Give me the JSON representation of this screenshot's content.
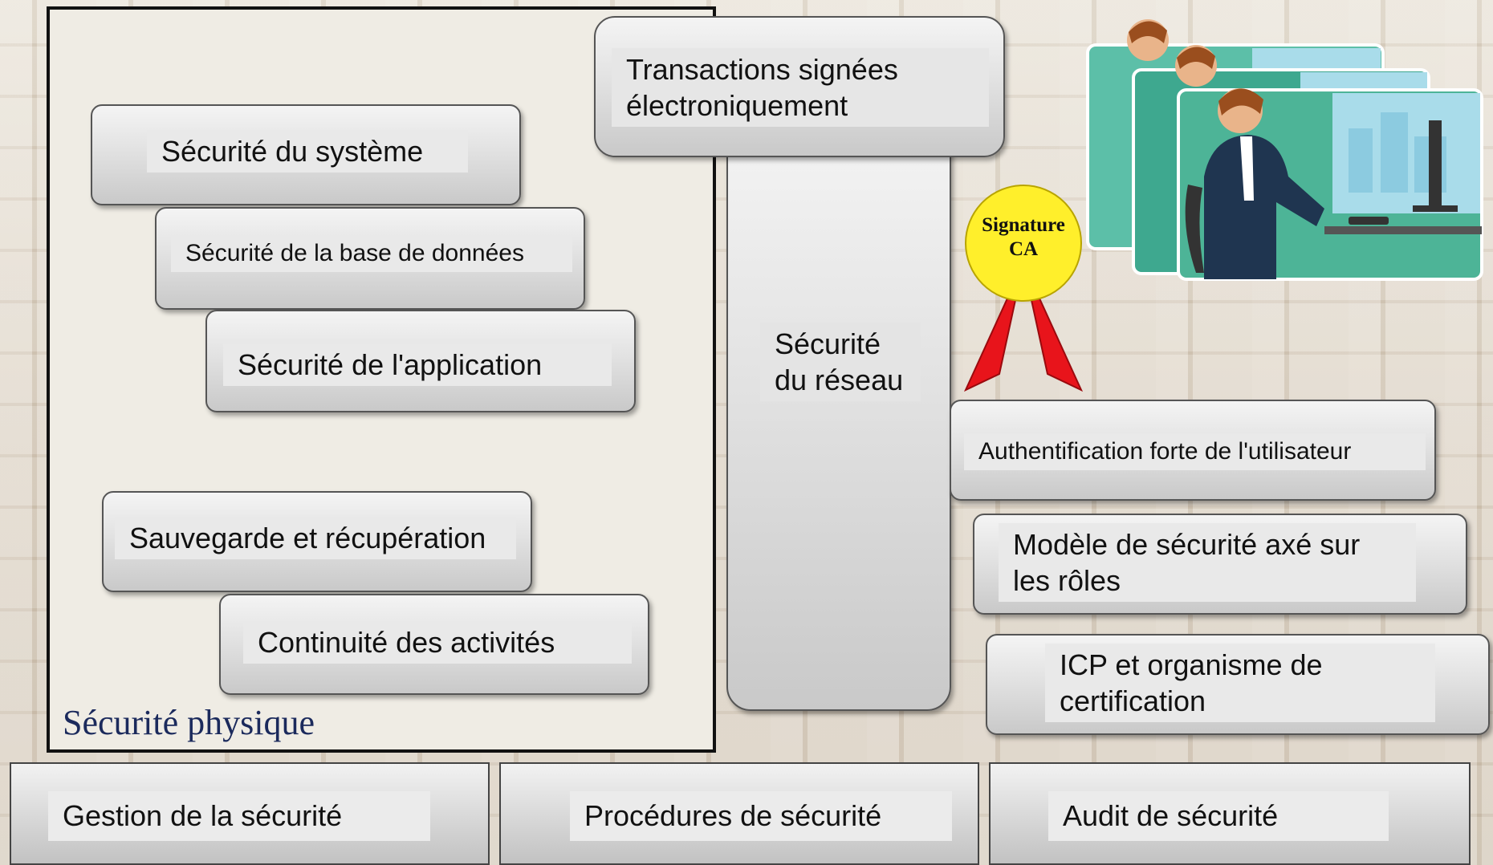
{
  "diagram": {
    "physical_security_label": "Sécurité physique",
    "boxes": {
      "signed_transactions": "Transactions signées électroniquement",
      "system_security": "Sécurité du système",
      "database_security": "Sécurité de la base de données",
      "application_security": "Sécurité de l'application",
      "backup_recovery": "Sauvegarde et récupération",
      "business_continuity": "Continuité des activités",
      "network_security": "Sécurité du réseau",
      "strong_auth": "Authentification forte de l'utilisateur",
      "role_model": "Modèle de sécurité axé sur les rôles",
      "pki": "ICP et organisme de certification"
    },
    "seal": {
      "line1": "Signature",
      "line2": "CA",
      "color": "#ffef2b",
      "ribbon_color": "#e8141b"
    },
    "bottom_bar": {
      "management": "Gestion de la sécurité",
      "procedures": "Procédures de sécurité",
      "audit": "Audit de sécurité"
    }
  }
}
